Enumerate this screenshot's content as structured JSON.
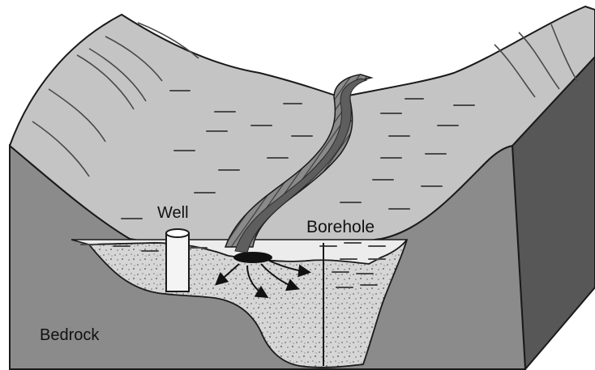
{
  "labels": {
    "well": "Well",
    "borehole": "Borehole",
    "bedrock": "Bedrock"
  },
  "colors": {
    "background": "#ffffff",
    "land_surface": "#c4c4c4",
    "bedrock_front": "#8b8b8b",
    "bedrock_side": "#575757",
    "water_table_zone": "#ececec",
    "alluvium": "#d6d6d6",
    "river_bank": "#7d7d7d",
    "river_channel": "#5e5e5e",
    "outline": "#1a1a1a"
  }
}
